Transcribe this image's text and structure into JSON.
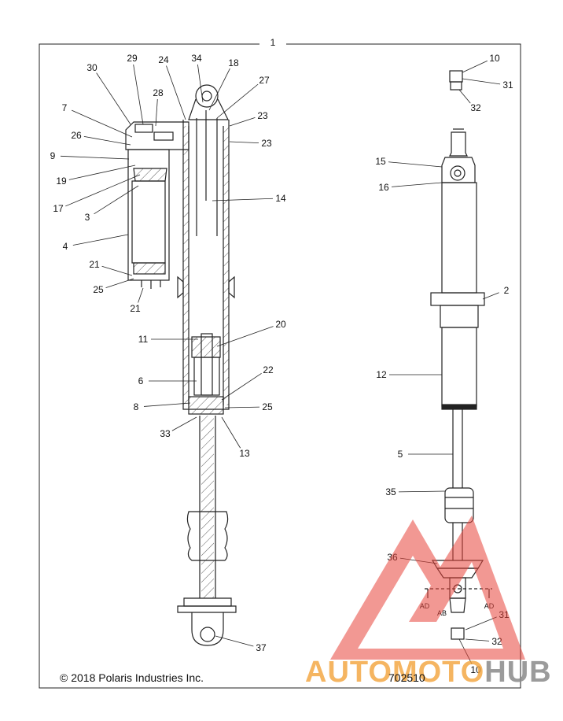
{
  "diagram": {
    "assembly_number": "1",
    "copyright": "© 2018 Polaris Industries Inc.",
    "drawing_number": "702510",
    "section_labels": {
      "ad_left": "AD",
      "ab": "AB",
      "ad_right": "AD"
    },
    "callouts": [
      "29",
      "24",
      "34",
      "18",
      "30",
      "27",
      "28",
      "7",
      "23",
      "26",
      "23",
      "9",
      "19",
      "17",
      "14",
      "3",
      "4",
      "21",
      "25",
      "21",
      "11",
      "20",
      "6",
      "22",
      "8",
      "25",
      "33",
      "13",
      "37",
      "10",
      "31",
      "32",
      "15",
      "16",
      "2",
      "12",
      "5",
      "35",
      "36",
      "31",
      "32",
      "10"
    ]
  },
  "watermark": {
    "part1": "AUTO",
    "part2": "MOTO",
    "part3": "HUB",
    "colors": {
      "triangle": "#e8443a",
      "orange": "#f2a33a",
      "gray": "#8a8a8a"
    }
  }
}
